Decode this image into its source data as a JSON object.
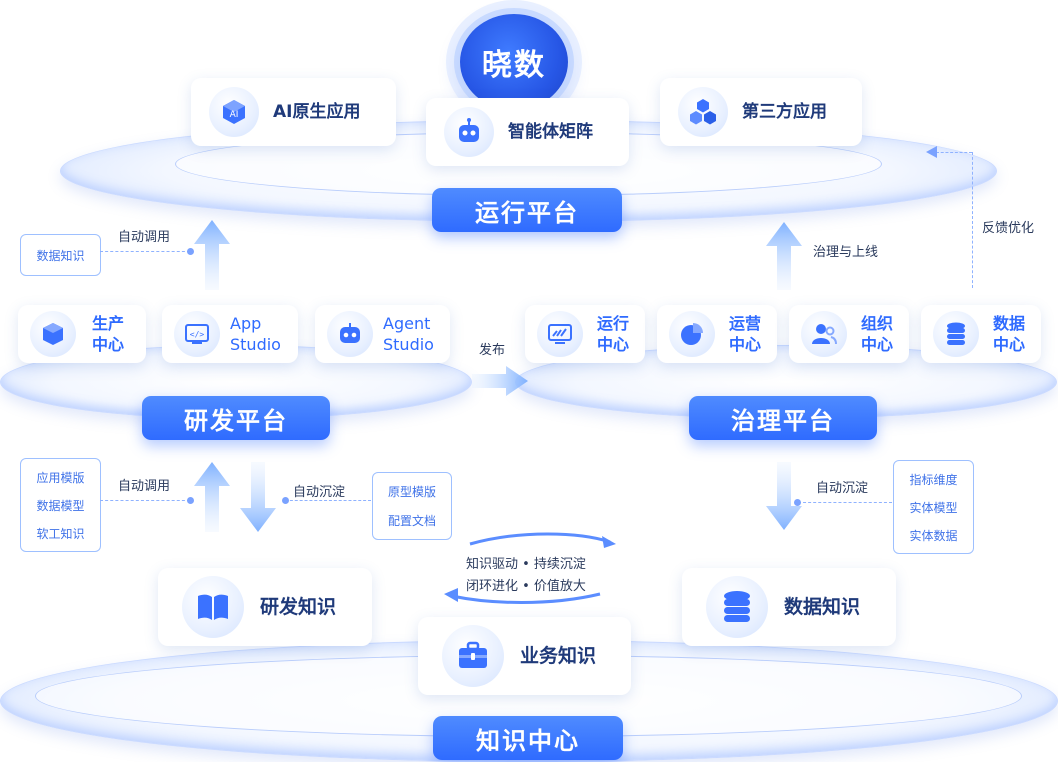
{
  "logo": {
    "title": "晓数"
  },
  "top_apps": [
    {
      "label": "AI原生应用",
      "icon": "cube-ai-icon"
    },
    {
      "label": "智能体矩阵",
      "icon": "robot-icon"
    },
    {
      "label": "第三方应用",
      "icon": "cubes-icon"
    }
  ],
  "platforms": {
    "run": "运行平台",
    "dev": "研发平台",
    "gov": "治理平台",
    "knowledge": "知识中心"
  },
  "dev_cards": [
    {
      "label": "生产\n中心",
      "icon": "box-icon"
    },
    {
      "label": "App\nStudio",
      "icon": "code-window-icon"
    },
    {
      "label": "Agent\nStudio",
      "icon": "robot-icon"
    }
  ],
  "gov_cards": [
    {
      "label": "运行\n中心",
      "icon": "monitor-chart-icon"
    },
    {
      "label": "运营\n中心",
      "icon": "pie-chart-icon"
    },
    {
      "label": "组织\n中心",
      "icon": "users-icon"
    },
    {
      "label": "数据\n中心",
      "icon": "database-icon"
    }
  ],
  "knowledge_cards": [
    {
      "label": "研发知识",
      "icon": "book-icon"
    },
    {
      "label": "业务知识",
      "icon": "briefcase-icon"
    },
    {
      "label": "数据知识",
      "icon": "database-icon"
    }
  ],
  "notes": {
    "auto_call_top": "自动调用",
    "launch": "治理与上线",
    "feedback": "反馈优化",
    "publish": "发布",
    "auto_call_bottom": "自动调用",
    "auto_settle_left": "自动沉淀",
    "auto_settle_right": "自动沉淀",
    "cycle_line1": "知识驱动 • 持续沉淀",
    "cycle_line2": "闭环进化 • 价值放大"
  },
  "tags": {
    "top_left": [
      "数据知识"
    ],
    "bottom_left": [
      "应用模版",
      "数据模型",
      "软工知识"
    ],
    "bottom_mid": [
      "原型模版",
      "配置文档"
    ],
    "bottom_right": [
      "指标维度",
      "实体模型",
      "实体数据"
    ]
  }
}
